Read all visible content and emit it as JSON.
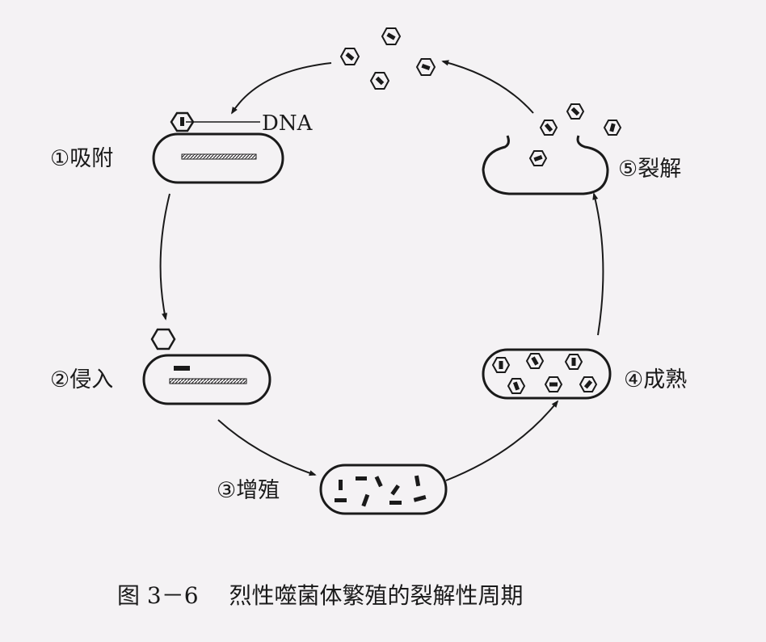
{
  "stages": [
    {
      "label": "①吸附"
    },
    {
      "label": "②侵入"
    },
    {
      "label": "③增殖"
    },
    {
      "label": "④成熟"
    },
    {
      "label": "⑤裂解"
    }
  ],
  "dna_label": "DNA",
  "caption": {
    "number": "图 3－6",
    "title": "烈性噬菌体繁殖的裂解性周期"
  },
  "colors": {
    "ink": "#1a1a1a",
    "paper": "#f4f2f4"
  }
}
